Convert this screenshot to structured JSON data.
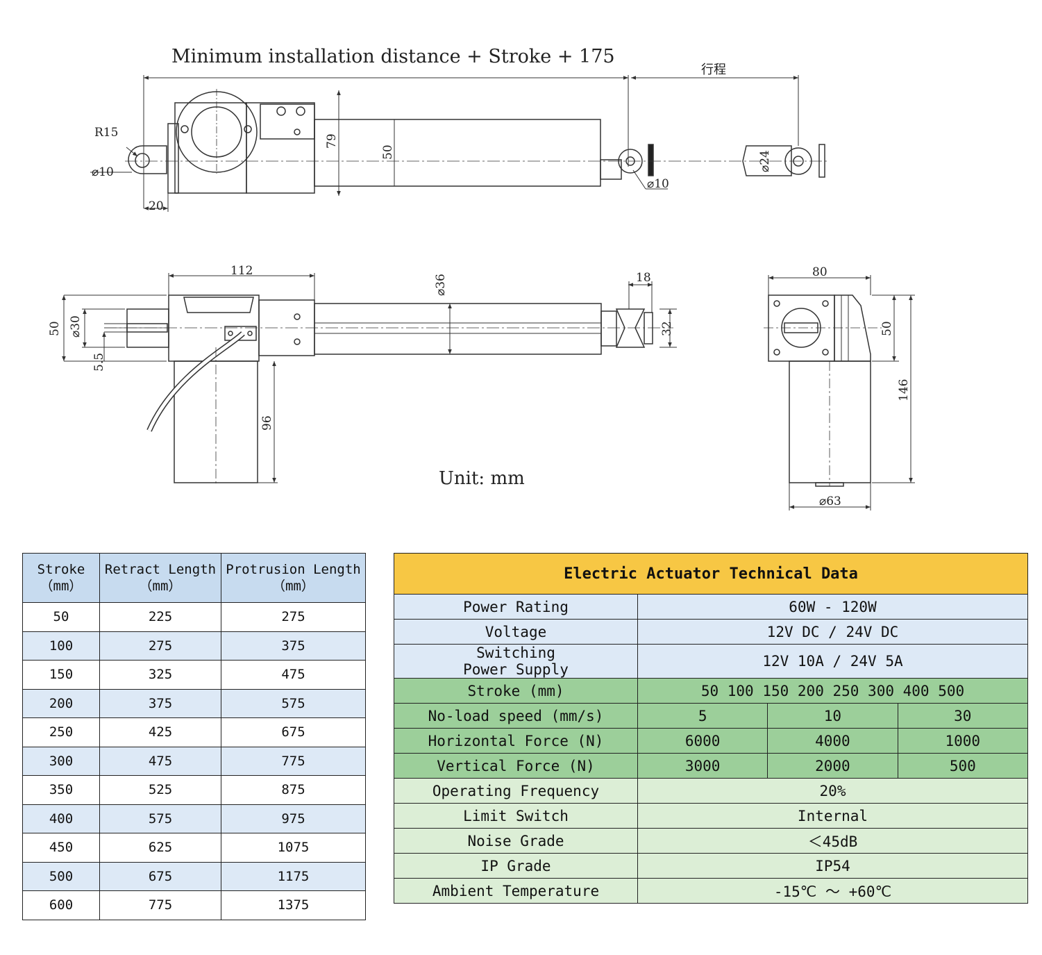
{
  "drawing": {
    "top_title": "Minimum installation distance + Stroke + 175",
    "stroke_cn": "行程",
    "unit": "Unit: mm",
    "dims": {
      "r15": "R15",
      "d10_left": "⌀10",
      "d10_right": "⌀10",
      "d20": "20",
      "d79": "79",
      "d50_top": "50",
      "d24": "⌀24",
      "d112": "112",
      "d36": "⌀36",
      "d18": "18",
      "d50_side": "50",
      "d30": "⌀30",
      "d55": "5.5",
      "d32": "32",
      "d96": "96",
      "d80": "80",
      "d50_end": "50",
      "d146": "146",
      "d63": "⌀63"
    }
  },
  "stroke_table": {
    "headers": [
      {
        "line1": "Stroke",
        "line2": "（mm）"
      },
      {
        "line1": "Retract Length",
        "line2": "（mm）"
      },
      {
        "line1": "Protrusion Length",
        "line2": "（mm）"
      }
    ],
    "rows": [
      [
        "50",
        "225",
        "275"
      ],
      [
        "100",
        "275",
        "375"
      ],
      [
        "150",
        "325",
        "475"
      ],
      [
        "200",
        "375",
        "575"
      ],
      [
        "250",
        "425",
        "675"
      ],
      [
        "300",
        "475",
        "775"
      ],
      [
        "350",
        "525",
        "875"
      ],
      [
        "400",
        "575",
        "975"
      ],
      [
        "450",
        "625",
        "1075"
      ],
      [
        "500",
        "675",
        "1175"
      ],
      [
        "600",
        "775",
        "1375"
      ]
    ]
  },
  "tech_table": {
    "title": "Electric Actuator Technical Data",
    "power_rating": {
      "label": "Power Rating",
      "value": "60W - 120W"
    },
    "voltage": {
      "label": "Voltage",
      "value": "12V DC / 24V DC"
    },
    "switching": {
      "label1": "Switching",
      "label2": "Power Supply",
      "value": "12V 10A / 24V  5A"
    },
    "stroke": {
      "label": "Stroke (mm)",
      "value": "50 100 150 200 250 300 400 500"
    },
    "noload": {
      "label": "No-load speed (mm/s)",
      "values": [
        "5",
        "10",
        "30"
      ]
    },
    "hforce": {
      "label": "Horizontal Force (N)",
      "values": [
        "6000",
        "4000",
        "1000"
      ]
    },
    "vforce": {
      "label": "Vertical Force (N)",
      "values": [
        "3000",
        "2000",
        "500"
      ]
    },
    "frequency": {
      "label": "Operating Frequency",
      "value": "20%"
    },
    "limit": {
      "label": "Limit Switch",
      "value": "Internal"
    },
    "noise": {
      "label": "Noise Grade",
      "value": "＜45dB"
    },
    "ip": {
      "label": "IP Grade",
      "value": "IP54"
    },
    "ambient": {
      "label": "Ambient Temperature",
      "value": "-15℃ ～ +60℃"
    }
  }
}
